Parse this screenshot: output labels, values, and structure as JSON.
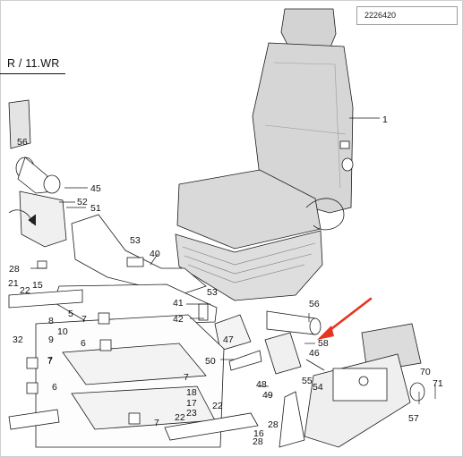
{
  "part_number": "2226420",
  "model_title": "R / 11.WR",
  "colors": {
    "callout_arrow": "#e8331f",
    "line": "#1a1a1a",
    "seat_shade": "#d9d9d9"
  },
  "callouts": [
    "1",
    "56",
    "45",
    "52",
    "51",
    "53",
    "40",
    "28",
    "15",
    "21",
    "22",
    "5",
    "41",
    "42",
    "53",
    "47",
    "56",
    "58",
    "46",
    "7",
    "8",
    "9",
    "10",
    "32",
    "7",
    "6",
    "7",
    "50",
    "7",
    "18",
    "17",
    "23",
    "6",
    "7",
    "22",
    "22",
    "48",
    "49",
    "55",
    "54",
    "16",
    "28",
    "28",
    "70",
    "71",
    "57"
  ]
}
